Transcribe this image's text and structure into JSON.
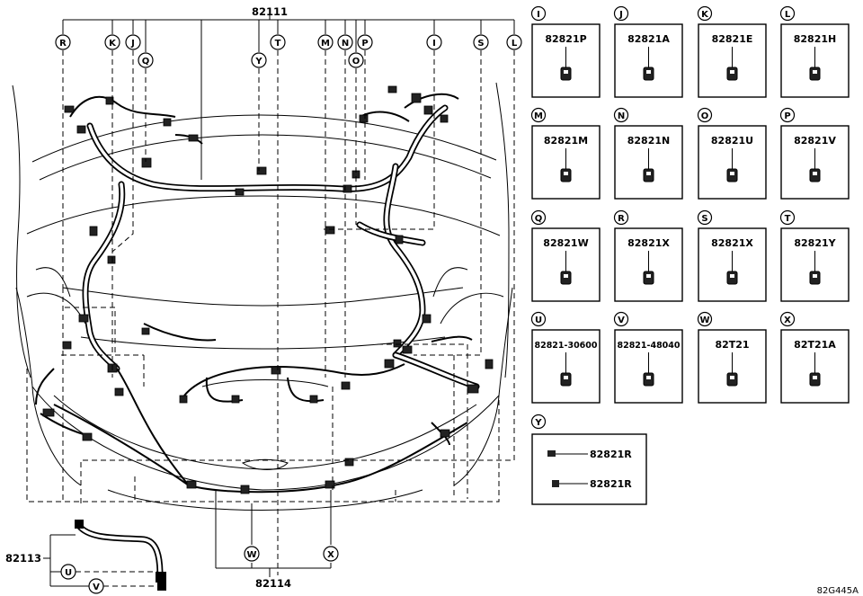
{
  "main_numbers": {
    "top": "82111",
    "bottom": "82114",
    "left": "82113",
    "figure_code": "82G445A"
  },
  "top_callouts": [
    "R",
    "K",
    "J",
    "Q",
    "Y",
    "T",
    "M",
    "N",
    "O",
    "P",
    "I",
    "S",
    "L"
  ],
  "bottom_callouts": [
    "W",
    "X"
  ],
  "left_callouts": [
    "U",
    "V"
  ],
  "part_boxes": [
    {
      "letter": "I",
      "part": "82821P"
    },
    {
      "letter": "J",
      "part": "82821A"
    },
    {
      "letter": "K",
      "part": "82821E"
    },
    {
      "letter": "L",
      "part": "82821H"
    },
    {
      "letter": "M",
      "part": "82821M"
    },
    {
      "letter": "N",
      "part": "82821N"
    },
    {
      "letter": "O",
      "part": "82821U"
    },
    {
      "letter": "P",
      "part": "82821V"
    },
    {
      "letter": "Q",
      "part": "82821W"
    },
    {
      "letter": "R",
      "part": "82821X"
    },
    {
      "letter": "S",
      "part": "82821X"
    },
    {
      "letter": "T",
      "part": "82821Y"
    },
    {
      "letter": "U",
      "part": "82821-30600"
    },
    {
      "letter": "V",
      "part": "82821-48040"
    },
    {
      "letter": "W",
      "part": "82T21"
    },
    {
      "letter": "X",
      "part": "82T21A"
    }
  ],
  "y_box": {
    "letter": "Y",
    "parts": [
      "82821R",
      "82821R"
    ]
  }
}
